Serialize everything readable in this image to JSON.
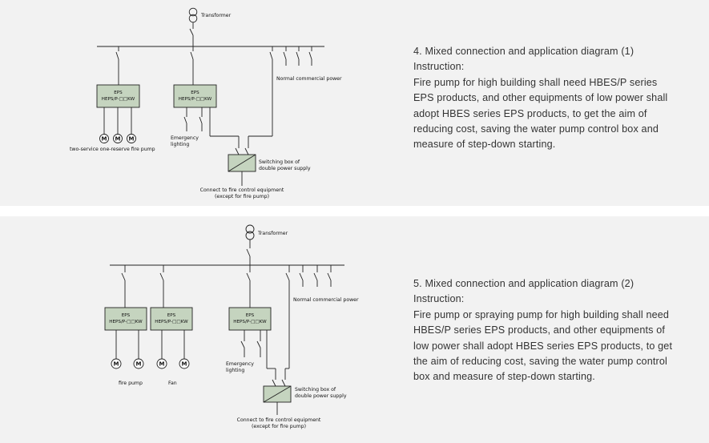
{
  "diagram1": {
    "transformer_label": "Transformer",
    "normal_power_label": "Normal commercial power",
    "eps_boxes": [
      {
        "line1": "EPS",
        "line2": "HEPS/P-□□KW"
      },
      {
        "line1": "EPS",
        "line2": "HEPS/P-□□KW"
      }
    ],
    "motor_label": "M",
    "fire_pump_label": "two-service one-reserve fire pump",
    "emergency_label_1": "Emergency",
    "emergency_label_2": "lighting",
    "switch_label_1": "Switching box of",
    "switch_label_2": "double power supply",
    "connect_label_1": "Connect to fire control equipment",
    "connect_label_2": "(except for fire pump)"
  },
  "description1": {
    "title": "4. Mixed connection and application diagram (1)",
    "instruction": "Instruction:",
    "lines": [
      "Fire pump for high building shall need HBES/P series",
      "EPS products, and other equipments of low power shall",
      "adopt HBES series EPS products, to get the aim of",
      "reducing cost, saving the water pump control box and",
      "measure of step-down starting."
    ]
  },
  "diagram2": {
    "transformer_label": "Transformer",
    "normal_power_label": "Normal commercial power",
    "eps_boxes": [
      {
        "line1": "EPS",
        "line2": "HEPS/P-□□KW"
      },
      {
        "line1": "EPS",
        "line2": "HEPS/P-□□KW"
      },
      {
        "line1": "EPS",
        "line2": "HEPS/P-□□KW"
      }
    ],
    "motor_label": "M",
    "fire_pump_label": "fire pump",
    "fan_label": "Fan",
    "emergency_label_1": "Emergency",
    "emergency_label_2": "lighting",
    "switch_label_1": "Switching box of",
    "switch_label_2": "double power supply",
    "connect_label_1": "Connect to fire control equipment",
    "connect_label_2": "(except for fire pump)"
  },
  "description2": {
    "title": "5. Mixed connection and application diagram (2)",
    "instruction": "Instruction:",
    "lines": [
      "Fire pump or spraying pump for high building shall need",
      "HBES/P series EPS products, and other equipments of",
      "low power shall adopt HBES series EPS products, to get",
      "the aim of reducing cost, saving the water pump control",
      "box and measure of step-down starting."
    ]
  }
}
